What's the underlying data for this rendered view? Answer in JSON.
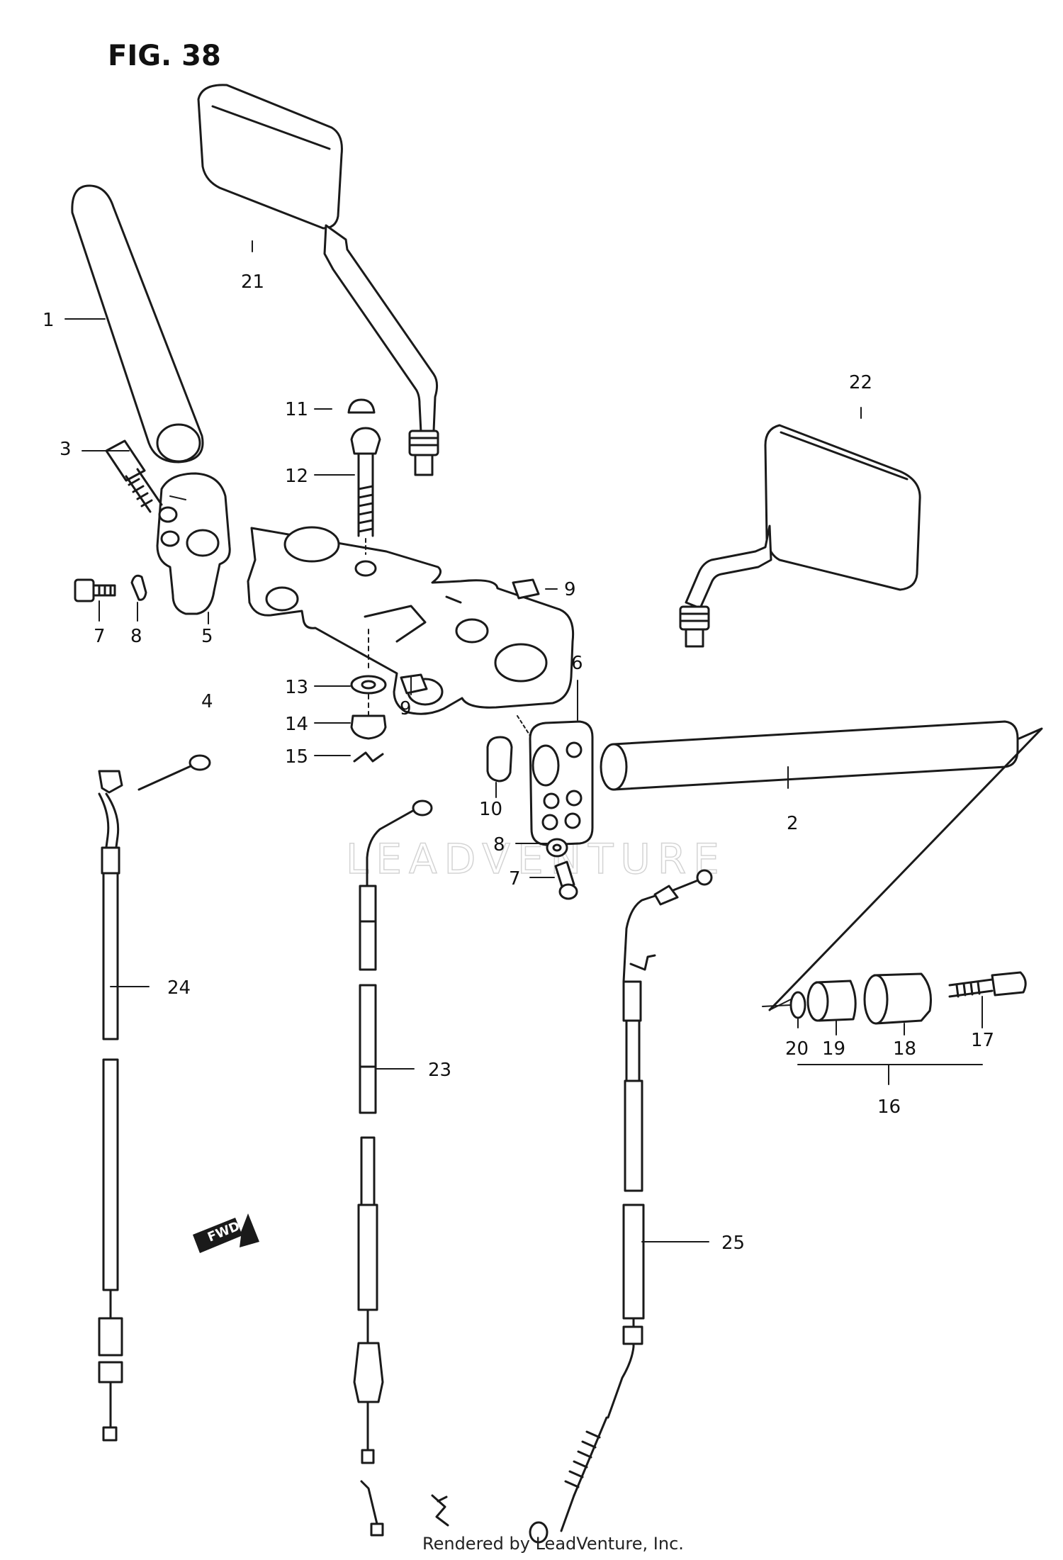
{
  "figure": {
    "title": "FIG. 38"
  },
  "watermark": "LEADVENTURE",
  "footer": {
    "credit": "Rendered by LeadVenture, Inc."
  },
  "forward_marker": "FWD",
  "callouts": [
    "1",
    "2",
    "3",
    "4",
    "5",
    "6",
    "7",
    "8",
    "9",
    "10",
    "11",
    "12",
    "13",
    "14",
    "15",
    "16",
    "17",
    "18",
    "19",
    "20",
    "21",
    "22",
    "23",
    "24",
    "25"
  ],
  "callouts_repeated": {
    "7b": "7",
    "8b": "8",
    "9b": "9"
  },
  "colors": {
    "line": "#1a1a1a",
    "background": "#ffffff",
    "watermark": "#d4d4d4"
  }
}
